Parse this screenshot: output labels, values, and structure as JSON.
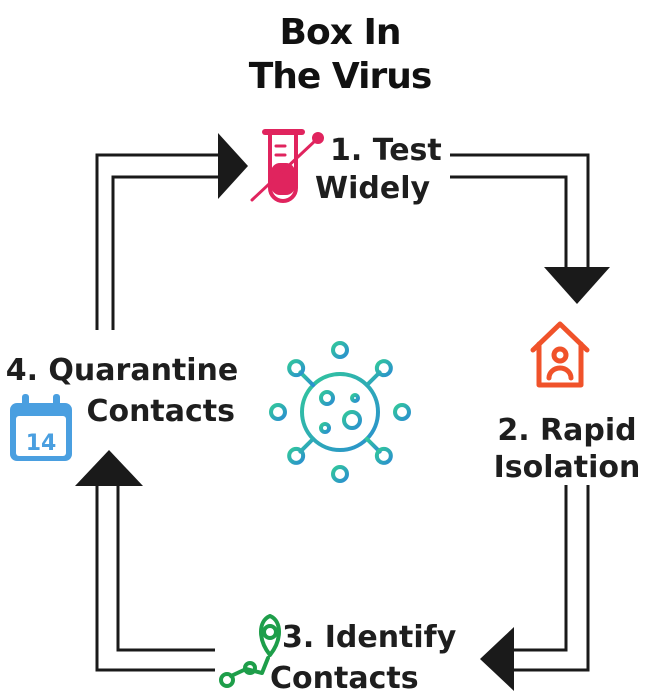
{
  "title": [
    "Box In",
    "The Virus"
  ],
  "steps": [
    {
      "lines": [
        "1. Test",
        "Widely"
      ],
      "icon": "test-tube-swab-icon",
      "color": "#e0245e"
    },
    {
      "lines": [
        "2. Rapid",
        "Isolation"
      ],
      "icon": "house-person-icon",
      "color": "#f0522a"
    },
    {
      "lines": [
        "3. Identify",
        "Contacts"
      ],
      "icon": "route-location-icon",
      "color": "#1e9e4a"
    },
    {
      "lines": [
        "4. Quarantine",
        "Contacts"
      ],
      "icon": "calendar-icon",
      "color": "#4a9fe0",
      "calendar_day": "14"
    }
  ],
  "center_icon": "virus-icon",
  "center_gradient": [
    "#32c89a",
    "#2a8fd0"
  ]
}
